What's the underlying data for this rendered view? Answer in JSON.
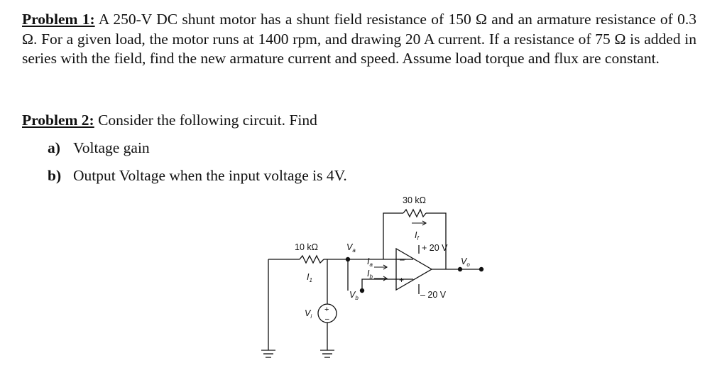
{
  "problem1": {
    "label": "Problem 1:",
    "text": " A 250-V DC shunt motor has a shunt field resistance of 150 Ω and an armature resistance of 0.3 Ω. For a given load, the motor runs at 1400 rpm, and drawing 20 A current. If a resistance of 75 Ω is added in series with the field, find the new armature current and speed. Assume load torque and flux are constant."
  },
  "problem2": {
    "label": "Problem 2:",
    "text": " Consider the following circuit. Find",
    "items": [
      {
        "letter": "a)",
        "text": "Voltage gain"
      },
      {
        "letter": "b)",
        "text": "Output Voltage when the input voltage is 4V."
      }
    ]
  },
  "circuit": {
    "r_feedback": "30 kΩ",
    "r_input": "10 kΩ",
    "supply_pos": "+ 20 V",
    "supply_neg": "– 20 V",
    "plus_sign": "+",
    "minus_sign": "–",
    "source_plus": "+",
    "source_minus": "–",
    "labels": {
      "i_feedback": {
        "main": "I",
        "sub": "f"
      },
      "i_input": {
        "main": "I",
        "sub": "1"
      },
      "i_a": {
        "main": "I",
        "sub": "a"
      },
      "i_b": {
        "main": "I",
        "sub": "b"
      },
      "v_a": {
        "main": "V",
        "sub": "a"
      },
      "v_b": {
        "main": "V",
        "sub": "b"
      },
      "v_o": {
        "main": "V",
        "sub": "o"
      },
      "v_i": {
        "main": "V",
        "sub": "i"
      }
    }
  }
}
